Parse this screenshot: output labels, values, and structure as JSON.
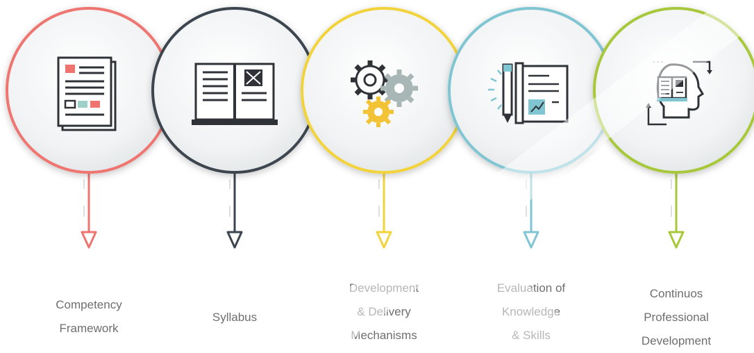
{
  "diagram": {
    "steps": [
      {
        "label_lines": [
          "Competency",
          "Framework"
        ],
        "color": "#ef7470",
        "icon": "document-icon"
      },
      {
        "label_lines": [
          "Syllabus"
        ],
        "color": "#3d4550",
        "icon": "open-book-icon"
      },
      {
        "label_lines": [
          "Development",
          "& Delivery",
          "Mechanisms"
        ],
        "color": "#f2d33a",
        "icon": "gears-icon"
      },
      {
        "label_lines": [
          "Evaluation of",
          "Knowledge",
          "& Skills"
        ],
        "color": "#7fc6d2",
        "icon": "pencil-chart-icon"
      },
      {
        "label_lines": [
          "Continuos",
          "Professional",
          "Development"
        ],
        "color": "#a8c83a",
        "icon": "head-book-icon"
      }
    ]
  }
}
